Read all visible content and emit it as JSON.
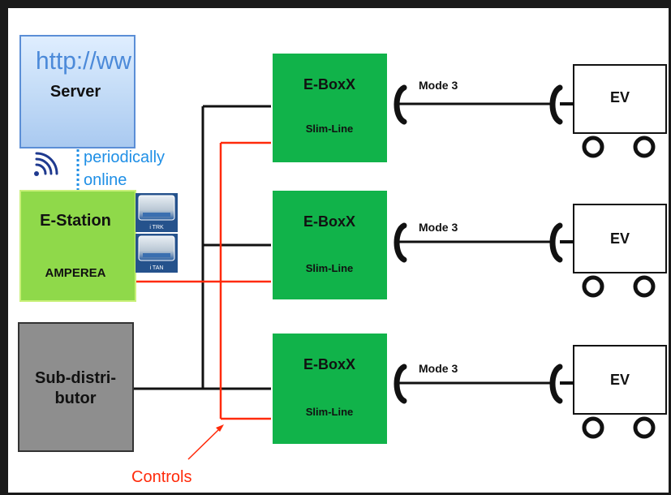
{
  "server": {
    "url_text": "http://ww",
    "label": "Server"
  },
  "link_note": {
    "line1": "periodically",
    "line2": "online"
  },
  "estation": {
    "label": "E-Station",
    "sublabel": "AMPEREA"
  },
  "cards": [
    {
      "label": "i TRK"
    },
    {
      "label": "i TAN"
    }
  ],
  "subdistributor": {
    "line1": "Sub-distri-",
    "line2": "butor"
  },
  "boxes": [
    {
      "name": "E-BoxX",
      "model": "Slim-Line",
      "mode": "Mode 3",
      "ev": "EV"
    },
    {
      "name": "E-BoxX",
      "model": "Slim-Line",
      "mode": "Mode 3",
      "ev": "EV"
    },
    {
      "name": "E-BoxX",
      "model": "Slim-Line",
      "mode": "Mode 3",
      "ev": "EV"
    }
  ],
  "controls_label": "Controls",
  "colors": {
    "server_fill": "#bcd6f5",
    "server_border": "#5b8ed6",
    "estation_fill": "#8fd94a",
    "estation_border": "#c9f07a",
    "subdist_fill": "#8e8e8e",
    "ebox_fill": "#11b34a",
    "power_line": "#111111",
    "control_line": "#ff2a0a",
    "link_text": "#1f8fe6"
  }
}
